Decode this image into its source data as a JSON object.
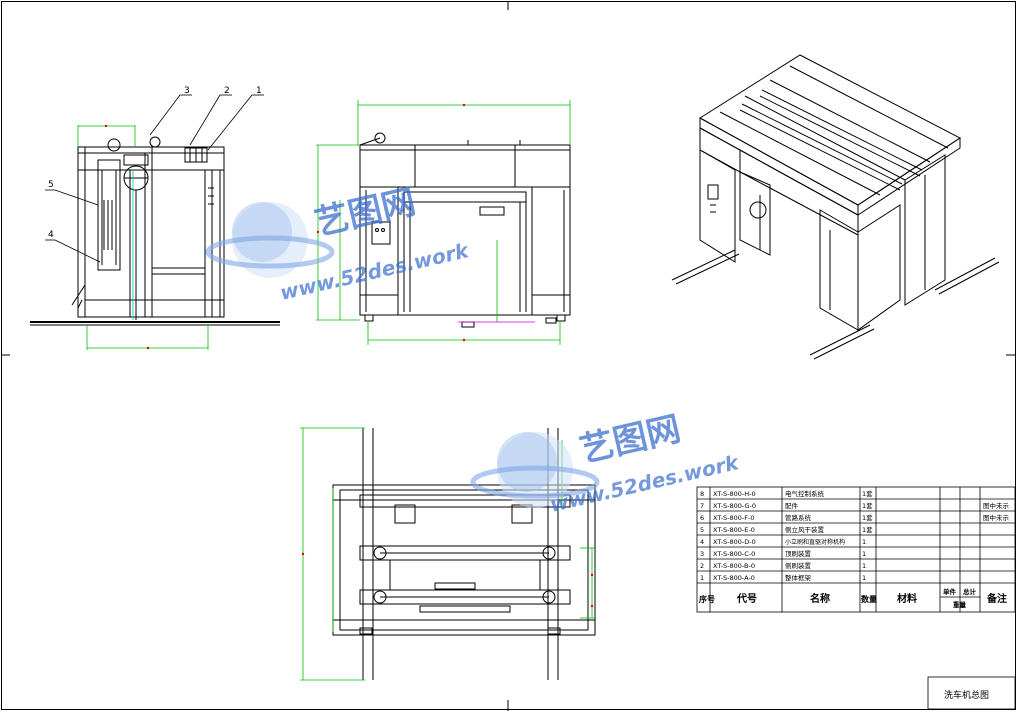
{
  "drawing": {
    "title_block_name": "洗车机总图",
    "balloons": [
      "3",
      "2",
      "1",
      "5",
      "4"
    ],
    "dimension_text": "○"
  },
  "parts_table": {
    "header": {
      "seq": "序号",
      "code": "代号",
      "name": "名称",
      "qty": "数量",
      "material": "材料",
      "unit_weight": "单件",
      "total_weight": "总计",
      "weight": "重量",
      "remark": "备注"
    },
    "rows": [
      {
        "seq": "8",
        "code": "XT-S-800-H-0",
        "name": "电气控制系统",
        "qty": "1套",
        "remark": ""
      },
      {
        "seq": "7",
        "code": "XT-S-800-G-0",
        "name": "配件",
        "qty": "1套",
        "remark": "图中未示"
      },
      {
        "seq": "6",
        "code": "XT-S-800-F-0",
        "name": "管路系统",
        "qty": "1套",
        "remark": "图中未示"
      },
      {
        "seq": "5",
        "code": "XT-S-800-E-0",
        "name": "侧立风干装置",
        "qty": "1套",
        "remark": ""
      },
      {
        "seq": "4",
        "code": "XT-S-800-D-0",
        "name": "小立刷和直驱对称机构",
        "qty": "1",
        "remark": ""
      },
      {
        "seq": "3",
        "code": "XT-S-800-C-0",
        "name": "顶刷装置",
        "qty": "1",
        "remark": ""
      },
      {
        "seq": "2",
        "code": "XT-S-800-B-0",
        "name": "侧刷装置",
        "qty": "1",
        "remark": ""
      },
      {
        "seq": "1",
        "code": "XT-S-800-A-0",
        "name": "整体框架",
        "qty": "1",
        "remark": ""
      }
    ]
  },
  "watermark": {
    "brand": "艺图网",
    "url": "www.52des.work"
  },
  "colors": {
    "line": "#000000",
    "dimension_red": "#e00000",
    "dimension_green": "#00c000",
    "dimension_magenta": "#d000d0",
    "watermark_blue": "#3d6fd0",
    "watermark_light": "#a9c4ee"
  }
}
